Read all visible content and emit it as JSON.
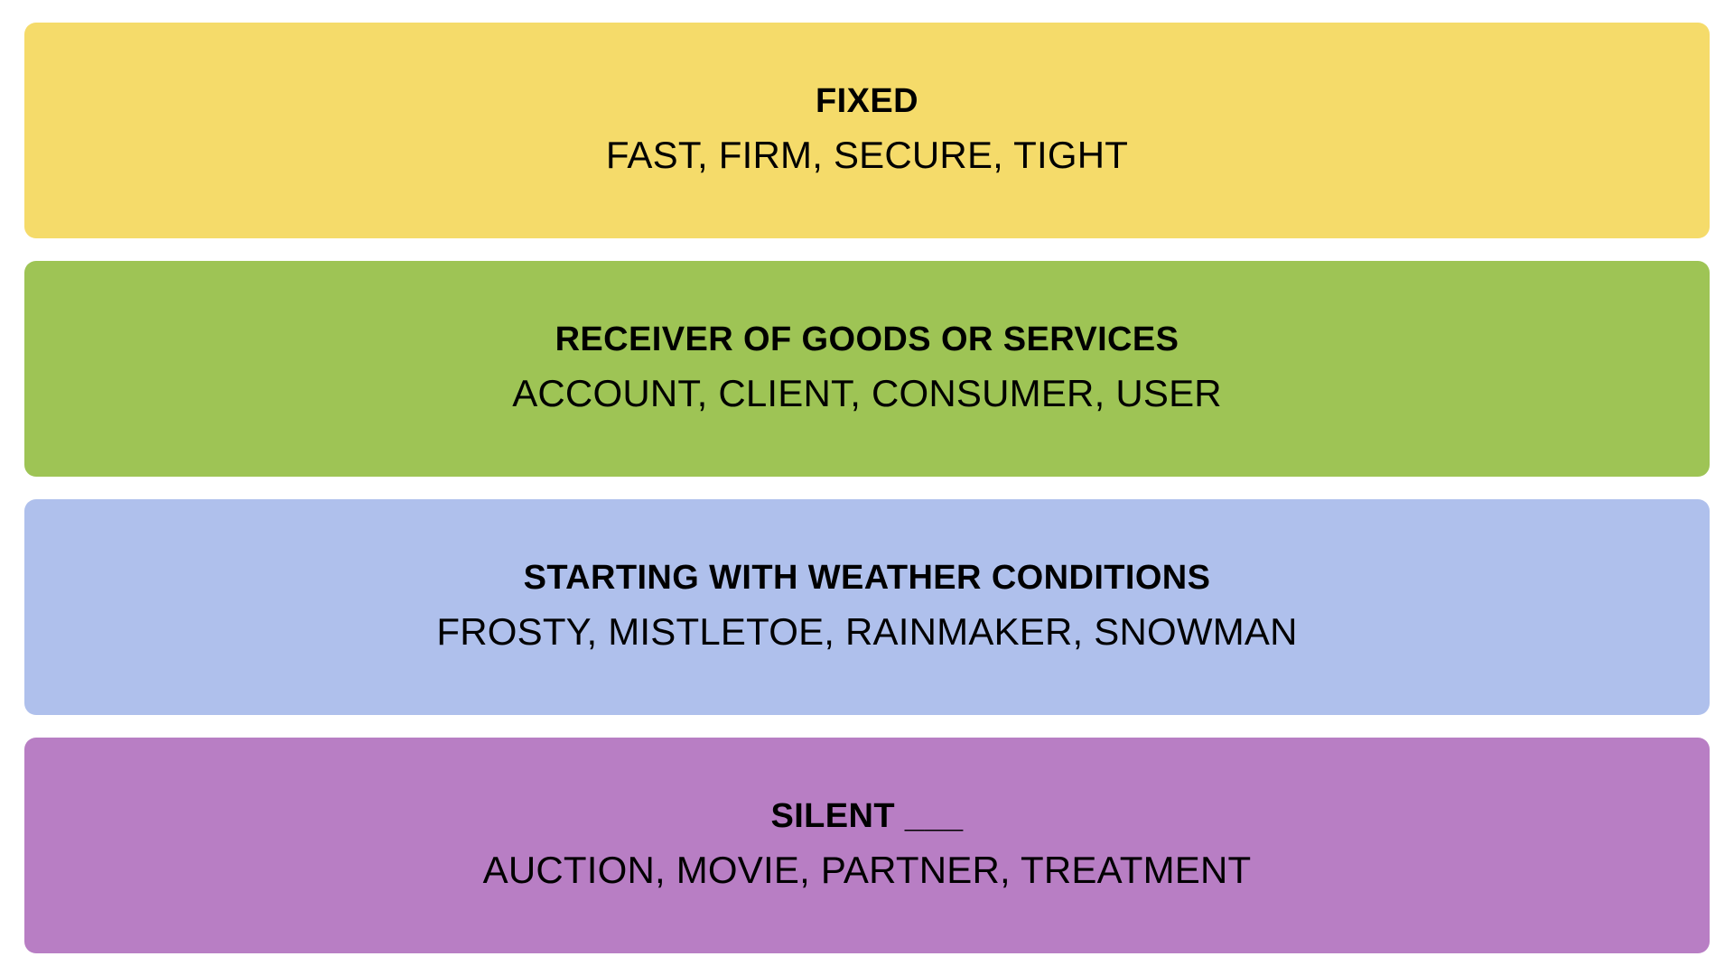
{
  "board": {
    "background_color": "#ffffff",
    "text_color": "#000000"
  },
  "categories": [
    {
      "difficulty": "yellow",
      "color": "#F5DB6A",
      "title": "FIXED",
      "words_line": "FAST, FIRM, SECURE, TIGHT",
      "words": [
        "FAST",
        "FIRM",
        "SECURE",
        "TIGHT"
      ]
    },
    {
      "difficulty": "green",
      "color": "#9EC455",
      "title": "RECEIVER OF GOODS OR SERVICES",
      "words_line": "ACCOUNT, CLIENT, CONSUMER, USER",
      "words": [
        "ACCOUNT",
        "CLIENT",
        "CONSUMER",
        "USER"
      ]
    },
    {
      "difficulty": "blue",
      "color": "#AFC0EC",
      "title": "STARTING WITH WEATHER CONDITIONS",
      "words_line": "FROSTY, MISTLETOE, RAINMAKER, SNOWMAN",
      "words": [
        "FROSTY",
        "MISTLETOE",
        "RAINMAKER",
        "SNOWMAN"
      ]
    },
    {
      "difficulty": "purple",
      "color": "#B87EC4",
      "title": "SILENT ___",
      "words_line": "AUCTION, MOVIE, PARTNER, TREATMENT",
      "words": [
        "AUCTION",
        "MOVIE",
        "PARTNER",
        "TREATMENT"
      ]
    }
  ]
}
